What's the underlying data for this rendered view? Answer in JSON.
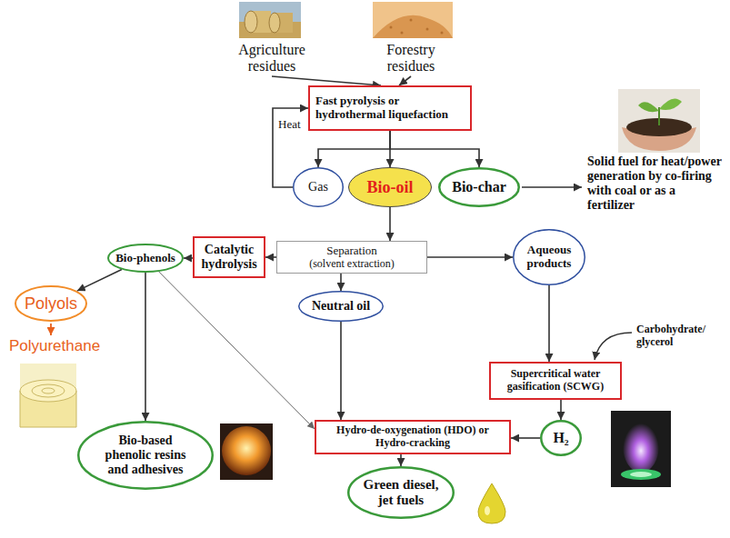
{
  "diagram": {
    "nodes": [
      {
        "text": [
          "Agriculture residues"
        ]
      },
      {
        "text": [
          "Forestry residues"
        ]
      },
      {
        "text": [
          "Fast pyrolysis or hydrothermal liquefaction"
        ]
      },
      {
        "text": [
          "Gas"
        ]
      },
      {
        "text": [
          "Bio-oil"
        ]
      },
      {
        "text": [
          "Bio-char"
        ]
      },
      {
        "text": [
          "Catalytic hydrolysis"
        ]
      },
      {
        "text": [
          "Bio-phenols"
        ]
      },
      {
        "text": [
          "Separation",
          "(solvent extraction)"
        ]
      },
      {
        "text": [
          "Aqueous products"
        ]
      },
      {
        "text": [
          "Polyols"
        ]
      },
      {
        "text": [
          "Neutral oil"
        ]
      },
      {
        "text": [
          "Supercritical water gasification (SCWG)"
        ]
      },
      {
        "text": [
          "Hydro-de-oxygenation (HDO) or Hydro-cracking"
        ]
      },
      {
        "text": [
          "H₂"
        ]
      },
      {
        "text": [
          "Bio-based phenolic resins and adhesives"
        ]
      },
      {
        "text": [
          "Green diesel, jet fuels"
        ]
      }
    ],
    "edges": [
      {
        "from": 0,
        "to": 2,
        "arrow": "to"
      },
      {
        "from": 1,
        "to": 2,
        "arrow": "to"
      },
      {
        "from": 2,
        "to": 3,
        "arrow": "to"
      },
      {
        "from": 2,
        "to": 4,
        "arrow": "to"
      },
      {
        "from": 2,
        "to": 5,
        "arrow": "to"
      },
      {
        "from": 3,
        "to": 2,
        "label": "Heat",
        "arrow": "to"
      },
      {
        "from": 4,
        "to": 8,
        "arrow": "to"
      },
      {
        "from": 8,
        "to": 6,
        "arrow": "to"
      },
      {
        "from": 6,
        "to": 7,
        "arrow": "to"
      },
      {
        "from": 8,
        "to": 9,
        "arrow": "to"
      },
      {
        "from": 8,
        "to": 11,
        "arrow": "to"
      },
      {
        "from": 7,
        "to": 10,
        "arrow": "to"
      },
      {
        "from": 7,
        "to": 15,
        "arrow": "to"
      },
      {
        "from": 7,
        "to": 13,
        "arrow": "to"
      },
      {
        "from": 11,
        "to": 13,
        "arrow": "to"
      },
      {
        "from": 9,
        "to": 12,
        "arrow": "to"
      },
      {
        "from": 12,
        "to": 14,
        "arrow": "to"
      },
      {
        "from": 14,
        "to": 13,
        "arrow": "to"
      },
      {
        "from": 13,
        "to": 16,
        "arrow": "to"
      }
    ],
    "labels": [
      "Solid fuel for heat/power generation by co-firing with coal or as a fertilizer",
      "Polyurethane",
      "Carbohydrate/ glycerol"
    ]
  }
}
